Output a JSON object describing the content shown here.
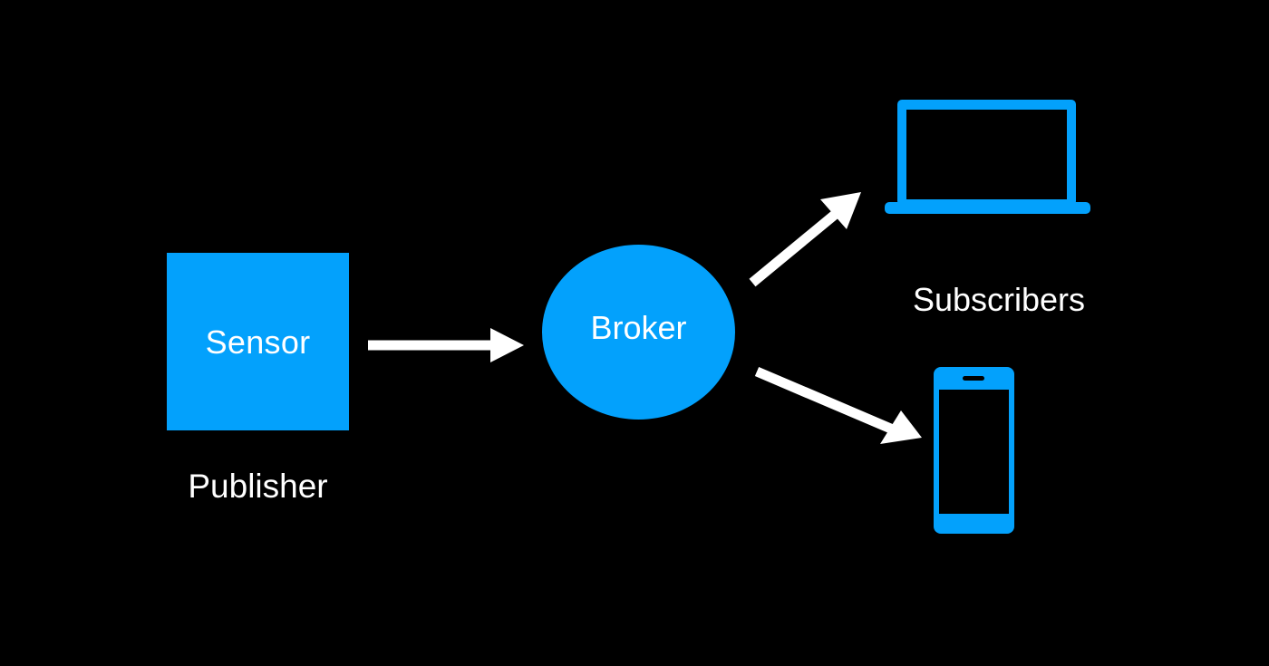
{
  "nodes": {
    "sensor": {
      "label": "Sensor"
    },
    "broker": {
      "label": "Broker"
    }
  },
  "labels": {
    "publisher": "Publisher",
    "subscribers": "Subscribers"
  },
  "devices": {
    "laptop": {
      "icon": "laptop-icon"
    },
    "phone": {
      "icon": "phone-icon"
    }
  },
  "edges": [
    {
      "from": "Sensor",
      "to": "Broker"
    },
    {
      "from": "Broker",
      "to": "laptop"
    },
    {
      "from": "Broker",
      "to": "phone"
    }
  ],
  "colors": {
    "background": "#000000",
    "accent": "#03a1fc",
    "text": "#ffffff",
    "arrow": "#ffffff"
  }
}
